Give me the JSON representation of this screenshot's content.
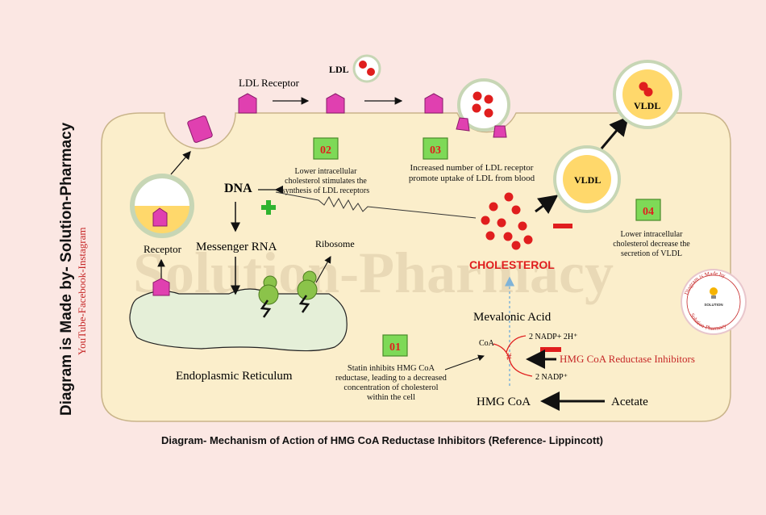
{
  "side_title": "Diagram is Made by- Solution-Pharmacy",
  "side_subtitle": "YouTube-Facebook-Instagram",
  "watermark": "Solution-Pharmacy",
  "caption": "Diagram- Mechanism of Action of HMG CoA Reductase Inhibitors (Reference- Lippincott)",
  "labels": {
    "ldl": "LDL",
    "ldl_receptor": "LDL Receptor",
    "receptor": "Receptor",
    "dna": "DNA",
    "messenger_rna": "Messenger RNA",
    "ribosome": "Ribosome",
    "er": "Endoplasmic Reticulum",
    "cholesterol": "CHOLESTEROL",
    "vldl_inner": "VLDL",
    "vldl_outer": "VLDL",
    "mevalonic_acid": "Mevalonic Acid",
    "hmg_coa": "HMG CoA",
    "acetate": "Acetate",
    "coa": "CoA",
    "nadp_out": "2 NADP+ 2H⁺",
    "nadp_in": "2 NADP⁺",
    "inhibitor": "HMG CoA Reductase Inhibitors"
  },
  "steps": [
    {
      "num": "01",
      "lines": [
        "Statin inhibits HMG CoA",
        "reductase, leading to a decreased",
        "concentration of cholesterol",
        "within the cell"
      ]
    },
    {
      "num": "02",
      "lines": [
        "Lower intracellular",
        "cholesterol stimulates the",
        "synthesis of LDL receptors"
      ]
    },
    {
      "num": "03",
      "lines": [
        "Increased number of LDL receptor",
        "promote uptake of LDL from blood"
      ]
    },
    {
      "num": "04",
      "lines": [
        "Lower intracellular",
        "cholesterol decrease the",
        "secretion of VLDL"
      ]
    }
  ],
  "stamp": {
    "top": "Diagram is Made by",
    "bottom": "Solution-Pharmacy",
    "brand": "SOLUTION"
  },
  "colors": {
    "background": "#fbe7e3",
    "cell_fill": "#fbeecb",
    "receptor": "#e040b0",
    "ldl_particle": "#e01e1e",
    "step_box": "#7ed957",
    "step_num": "#e0201e",
    "er_fill": "#e5efd8",
    "ribosome": "#8bc34a",
    "vesicle_core": "#ffd86b",
    "inhibitor_text": "#c62828"
  }
}
